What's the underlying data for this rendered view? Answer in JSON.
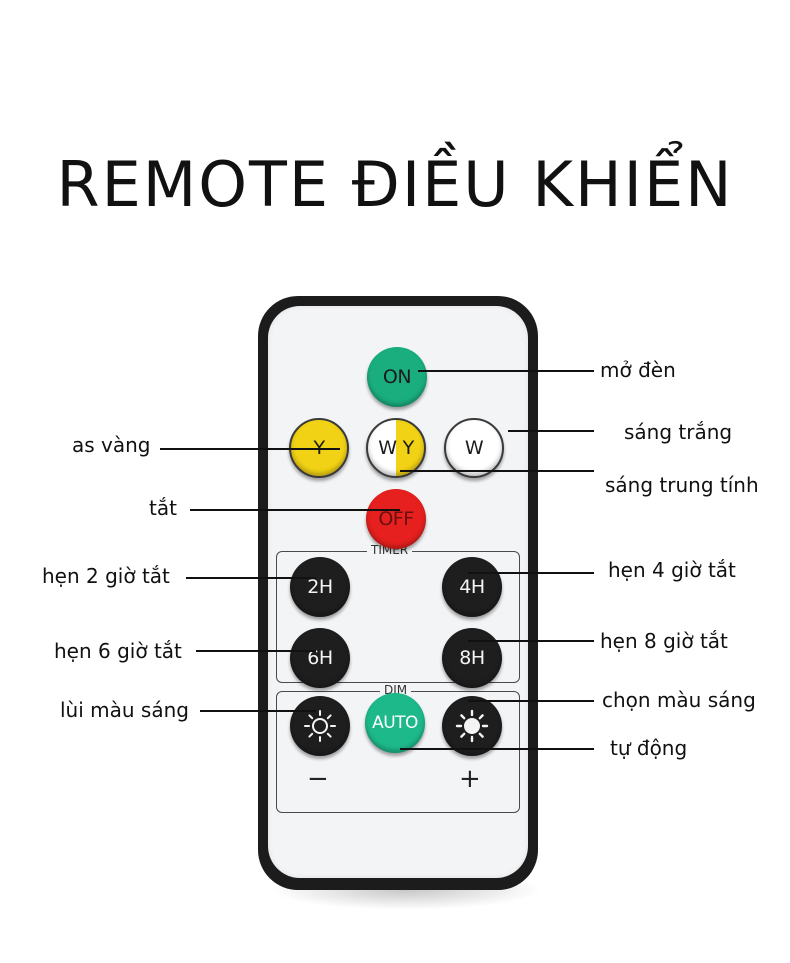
{
  "title": "REMOTE ĐIỀU KHIỂN",
  "remote": {
    "buttons": {
      "on": "ON",
      "yellow": "Y",
      "warm_white_w": "W",
      "warm_white_y": "Y",
      "white": "W",
      "off": "OFF",
      "h2": "2H",
      "h4": "4H",
      "h6": "6H",
      "h8": "8H",
      "auto": "AUTO"
    },
    "panels": {
      "timer": "TIMER",
      "dim": "DIM",
      "minus": "−",
      "plus": "+"
    }
  },
  "labels": {
    "on": "mở đèn",
    "white": "sáng trắng",
    "neutral": "sáng trung tính",
    "yellow": "as vàng",
    "off": "tắt",
    "h2": "hẹn 2 giờ tắt",
    "h4": "hẹn 4 giờ tắt",
    "h6": "hẹn 6 giờ tắt",
    "h8": "hẹn 8 giờ tắt",
    "dim_down": "lùi màu sáng",
    "dim_up": "chọn màu sáng",
    "auto": "tự động"
  },
  "colors": {
    "on": "#1aae7e",
    "yellow": "#f2d214",
    "off": "#e5201e",
    "auto": "#1db98a",
    "dark_button": "#1e1e1e"
  }
}
